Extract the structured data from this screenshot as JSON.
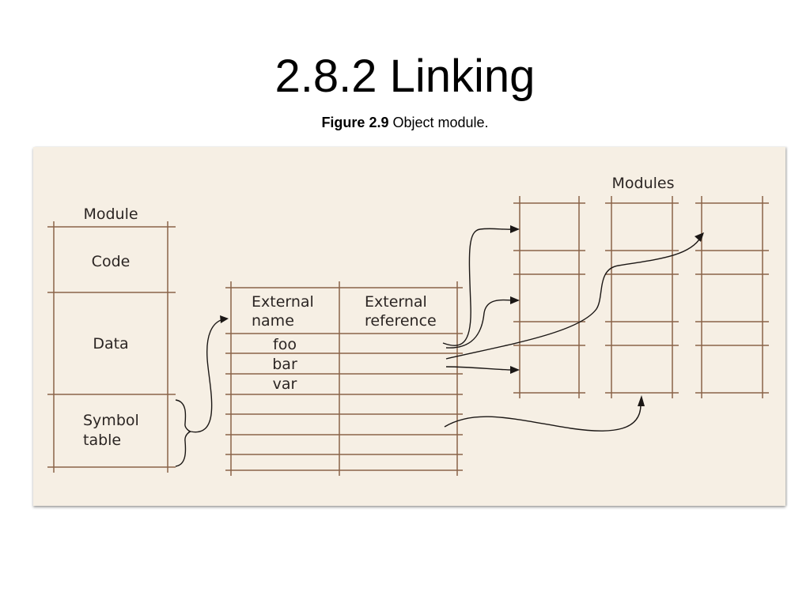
{
  "slide": {
    "title": "2.8.2 Linking"
  },
  "caption": {
    "figure_number": "Figure 2.9",
    "text": "Object module."
  },
  "diagram": {
    "module_label": "Module",
    "module_sections": [
      "Code",
      "Data",
      "Symbol",
      "table"
    ],
    "table_headers": {
      "col1_line1": "External",
      "col1_line2": "name",
      "col2_line1": "External",
      "col2_line2": "reference"
    },
    "table_rows": [
      "foo",
      "bar",
      "var",
      "",
      "",
      "",
      ""
    ],
    "modules_label": "Modules"
  }
}
